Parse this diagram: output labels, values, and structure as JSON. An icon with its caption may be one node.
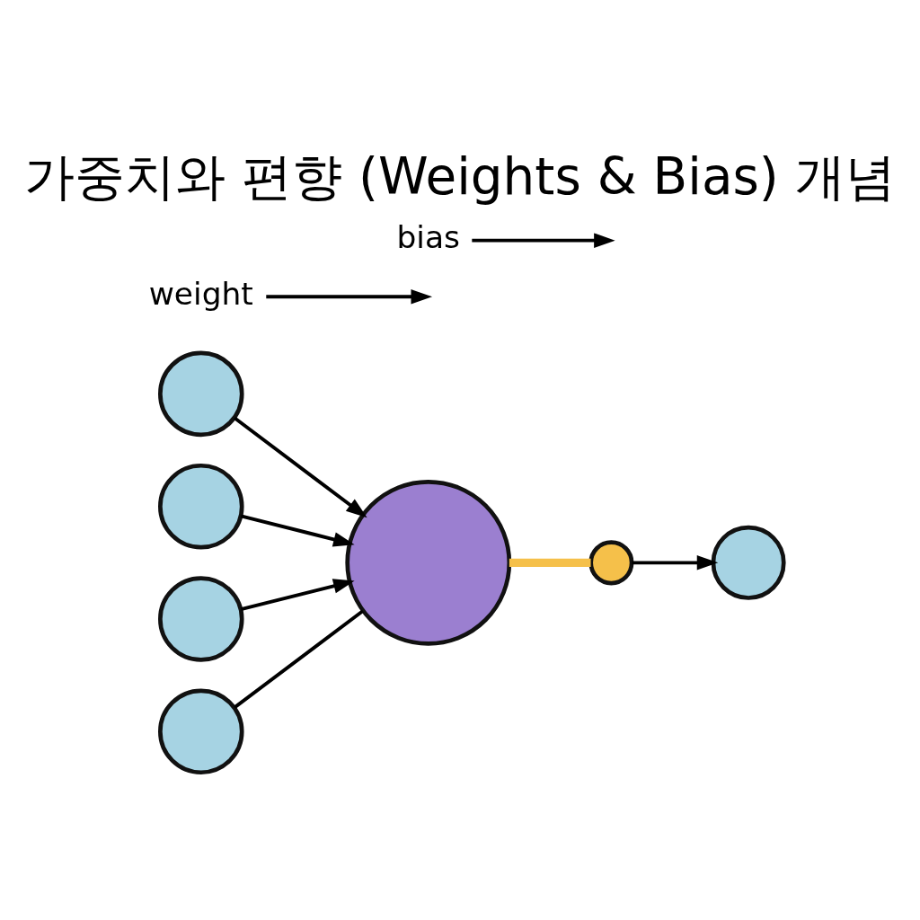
{
  "diagram": {
    "title": "가중치와 편향 (Weights & Bias) 개념",
    "nodes": [
      {
        "text": [],
        "shape": "circle"
      },
      {
        "text": [],
        "shape": "circle"
      },
      {
        "text": [],
        "shape": "circle"
      },
      {
        "text": [],
        "shape": "circle"
      },
      {
        "text": [],
        "shape": "circle"
      },
      {
        "text": [],
        "shape": "circle"
      },
      {
        "text": [],
        "shape": "circle"
      },
      {
        "text": [
          "weight"
        ]
      },
      {
        "text": [
          "bias"
        ]
      }
    ],
    "edges": [
      {
        "from": 0,
        "to": 4,
        "arrow": "to"
      },
      {
        "from": 1,
        "to": 4,
        "arrow": "to"
      },
      {
        "from": 2,
        "to": 4,
        "arrow": "to"
      },
      {
        "from": 3,
        "to": 4,
        "arrow": "none"
      },
      {
        "from": 4,
        "to": 5,
        "arrow": "none",
        "style": "thick",
        "color": "#f5c04a"
      },
      {
        "from": 5,
        "to": 6,
        "arrow": "to"
      },
      {
        "from": 7,
        "to": null,
        "arrow": "to"
      },
      {
        "from": 8,
        "to": null,
        "arrow": "to"
      }
    ]
  }
}
